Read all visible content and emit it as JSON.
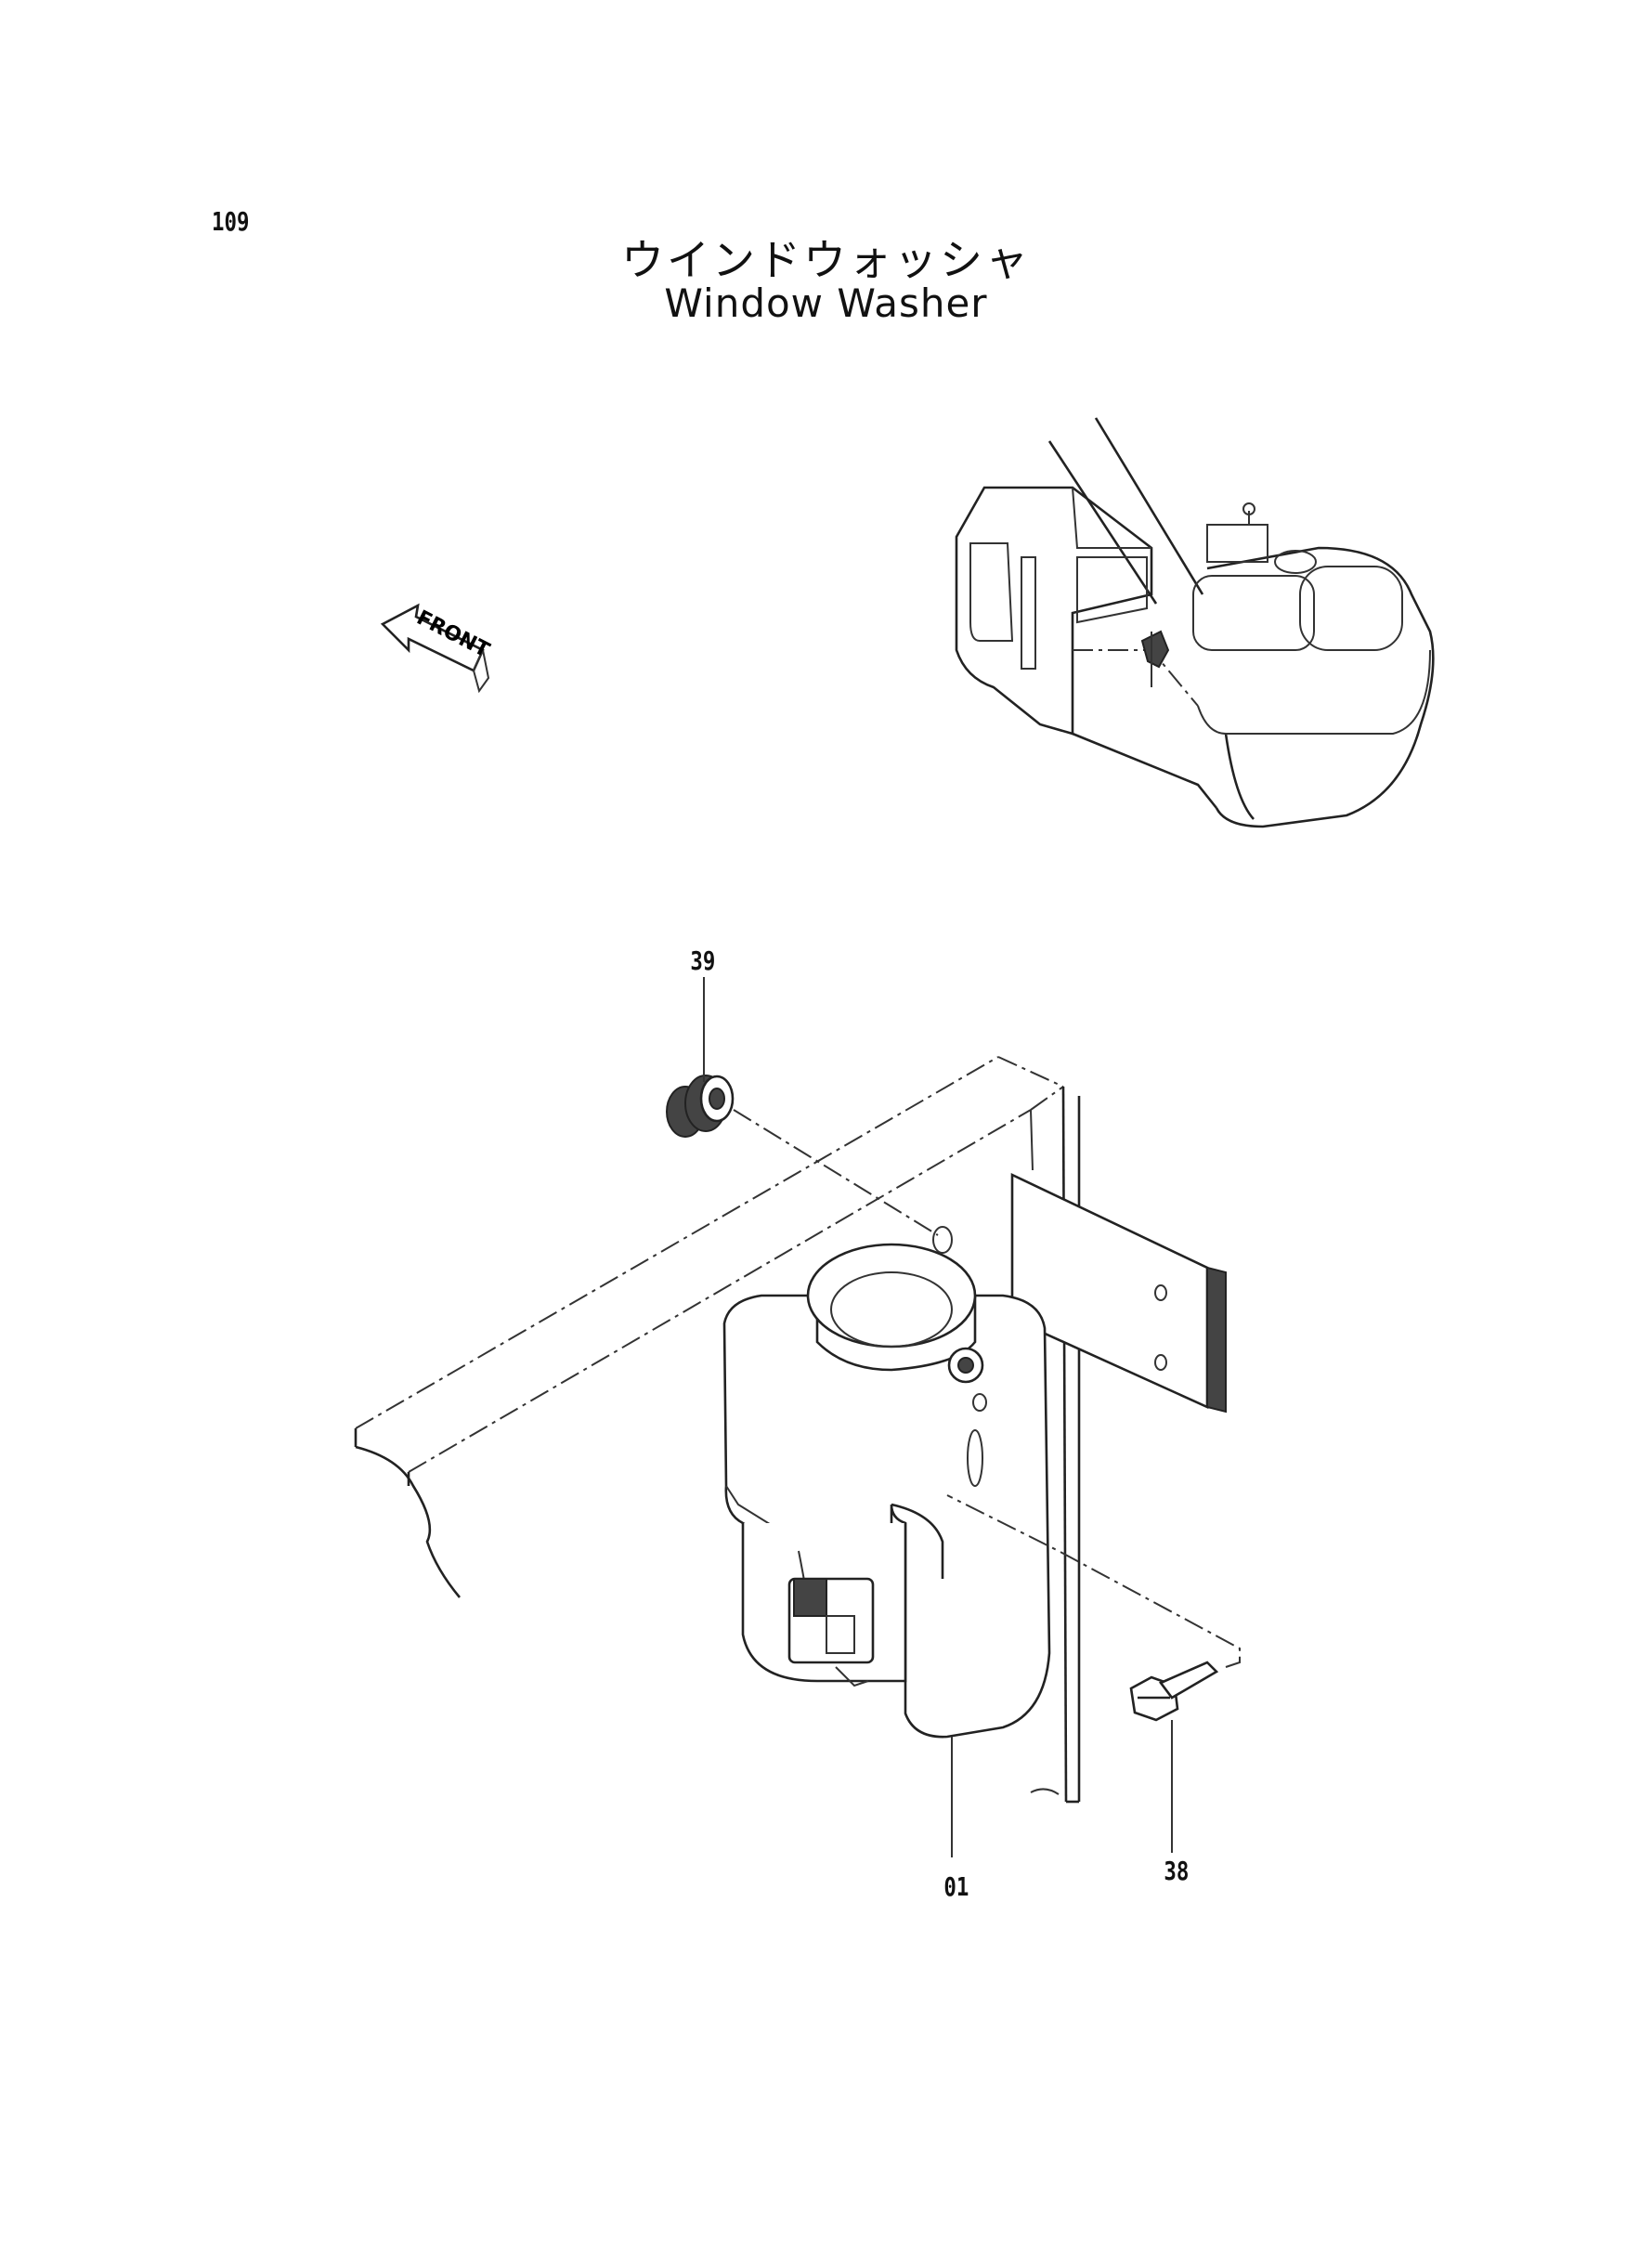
{
  "page_number": "109",
  "title_jp": "ウインドウォッシャ",
  "title_en": "Window Washer",
  "direction_arrow": "FRONT",
  "callouts": {
    "grommet": "39",
    "tank": "01",
    "bolt": "38"
  }
}
